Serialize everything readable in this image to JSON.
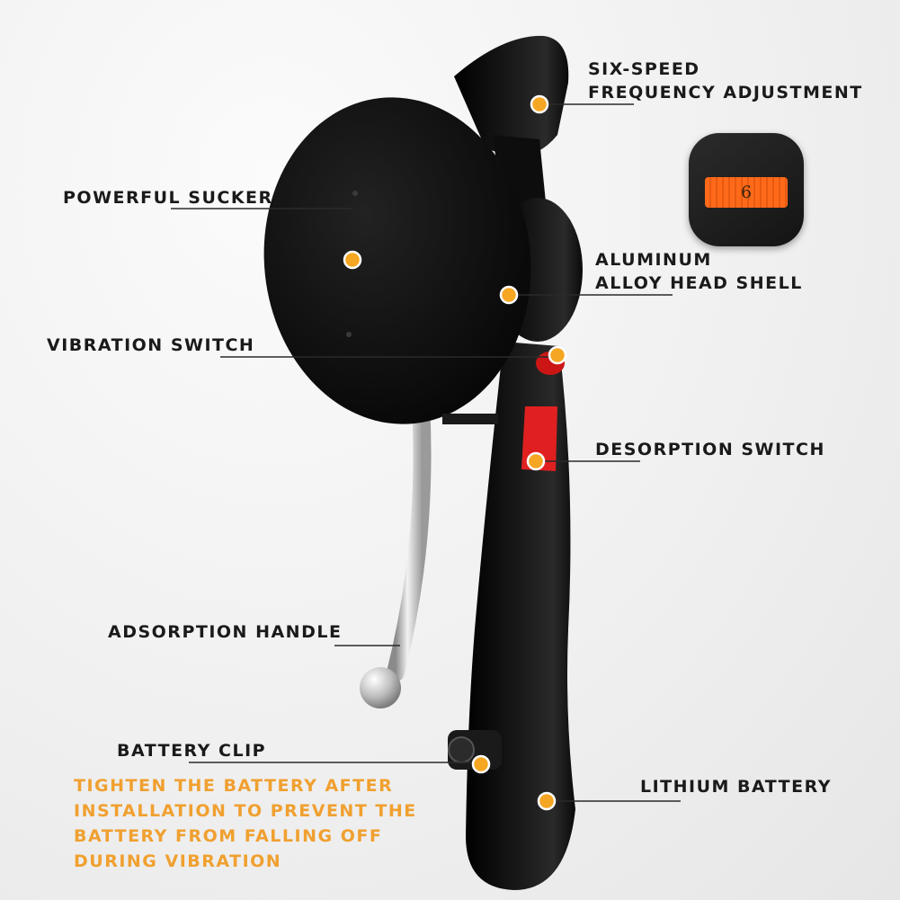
{
  "labels": {
    "six_speed_line1": "SIX-SPEED",
    "six_speed_line2": "FREQUENCY ADJUSTMENT",
    "powerful_sucker": "POWERFUL SUCKER",
    "aluminum_line1": "ALUMINUM",
    "aluminum_line2": "ALLOY HEAD SHELL",
    "vibration_switch": "VIBRATION SWITCH",
    "desorption_switch": "DESORPTION SWITCH",
    "adsorption_handle": "ADSORPTION HANDLE",
    "battery_clip": "BATTERY CLIP",
    "lithium_battery": "LITHIUM BATTERY"
  },
  "note_lines": [
    "TIGHTEN THE BATTERY AFTER",
    "INSTALLATION TO PREVENT THE",
    "BATTERY FROM FALLING OFF",
    "DURING VIBRATION"
  ],
  "speed_inset": {
    "value": "6"
  },
  "colors": {
    "label_text": "#1a1a1a",
    "note_text": "#f0a030",
    "marker_dot": "#f5a623",
    "speed_wheel": "#ff6a1a",
    "tool_body": "#121212",
    "red_switch": "#e02020"
  }
}
